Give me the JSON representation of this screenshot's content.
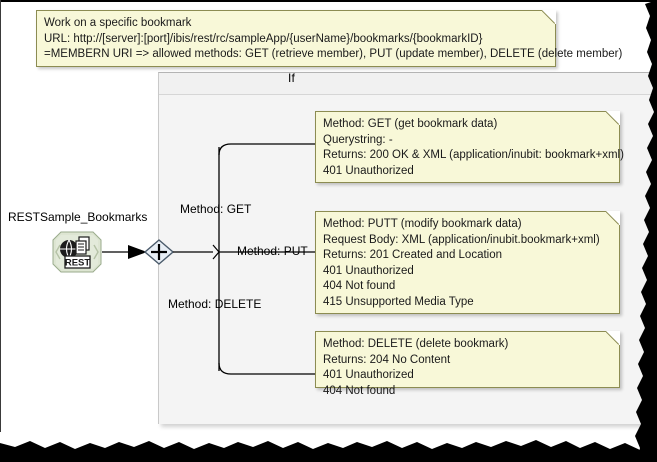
{
  "diagram": {
    "container": {
      "title": "If"
    },
    "module": {
      "label": "RESTSample_Bookmarks",
      "icon": "rest-connector-icon",
      "badge": "REST"
    },
    "junction": {
      "icon": "plus-junction-icon"
    },
    "edges": [
      {
        "id": "get",
        "label": "Method: GET"
      },
      {
        "id": "put",
        "label": "Method: PUT"
      },
      {
        "id": "delete",
        "label": "Method: DELETE"
      }
    ],
    "notes": {
      "header": {
        "lines": [
          "Work on a specific bookmark",
          "URL: http://[server]:[port]/ibis/rest/rc/sampleApp/{userName}/bookmarks/{bookmarkID}",
          "=MEMBERN URI => allowed methods: GET (retrieve member), PUT (update member), DELETE (delete member)"
        ]
      },
      "get": {
        "lines": [
          "Method: GET (get  bookmark data)",
          "Querystring: -",
          "Returns: 200 OK & XML (application/inubit: bookmark+xml)",
          "401 Unauthorized"
        ]
      },
      "put": {
        "lines": [
          "Method: PUTT (modify bookmark data)",
          "Request Body: XML (application/inubit.bookmark+xml)",
          "Returns: 201 Created and Location",
          "401 Unauthorized",
          "404 Not found",
          "415 Unsupported Media Type"
        ]
      },
      "delete": {
        "lines": [
          "Method: DELETE (delete bookmark)",
          "Returns: 204 No Content",
          "401 Unauthorized",
          "404 Not found"
        ]
      }
    },
    "colors": {
      "note_background": "#f8f8d8",
      "note_border": "#8c8c52",
      "panel_background": "#f4f4f4",
      "canvas_background": "#ffffff",
      "wire": "#000000",
      "icon_background": "#d9e3cf"
    }
  }
}
